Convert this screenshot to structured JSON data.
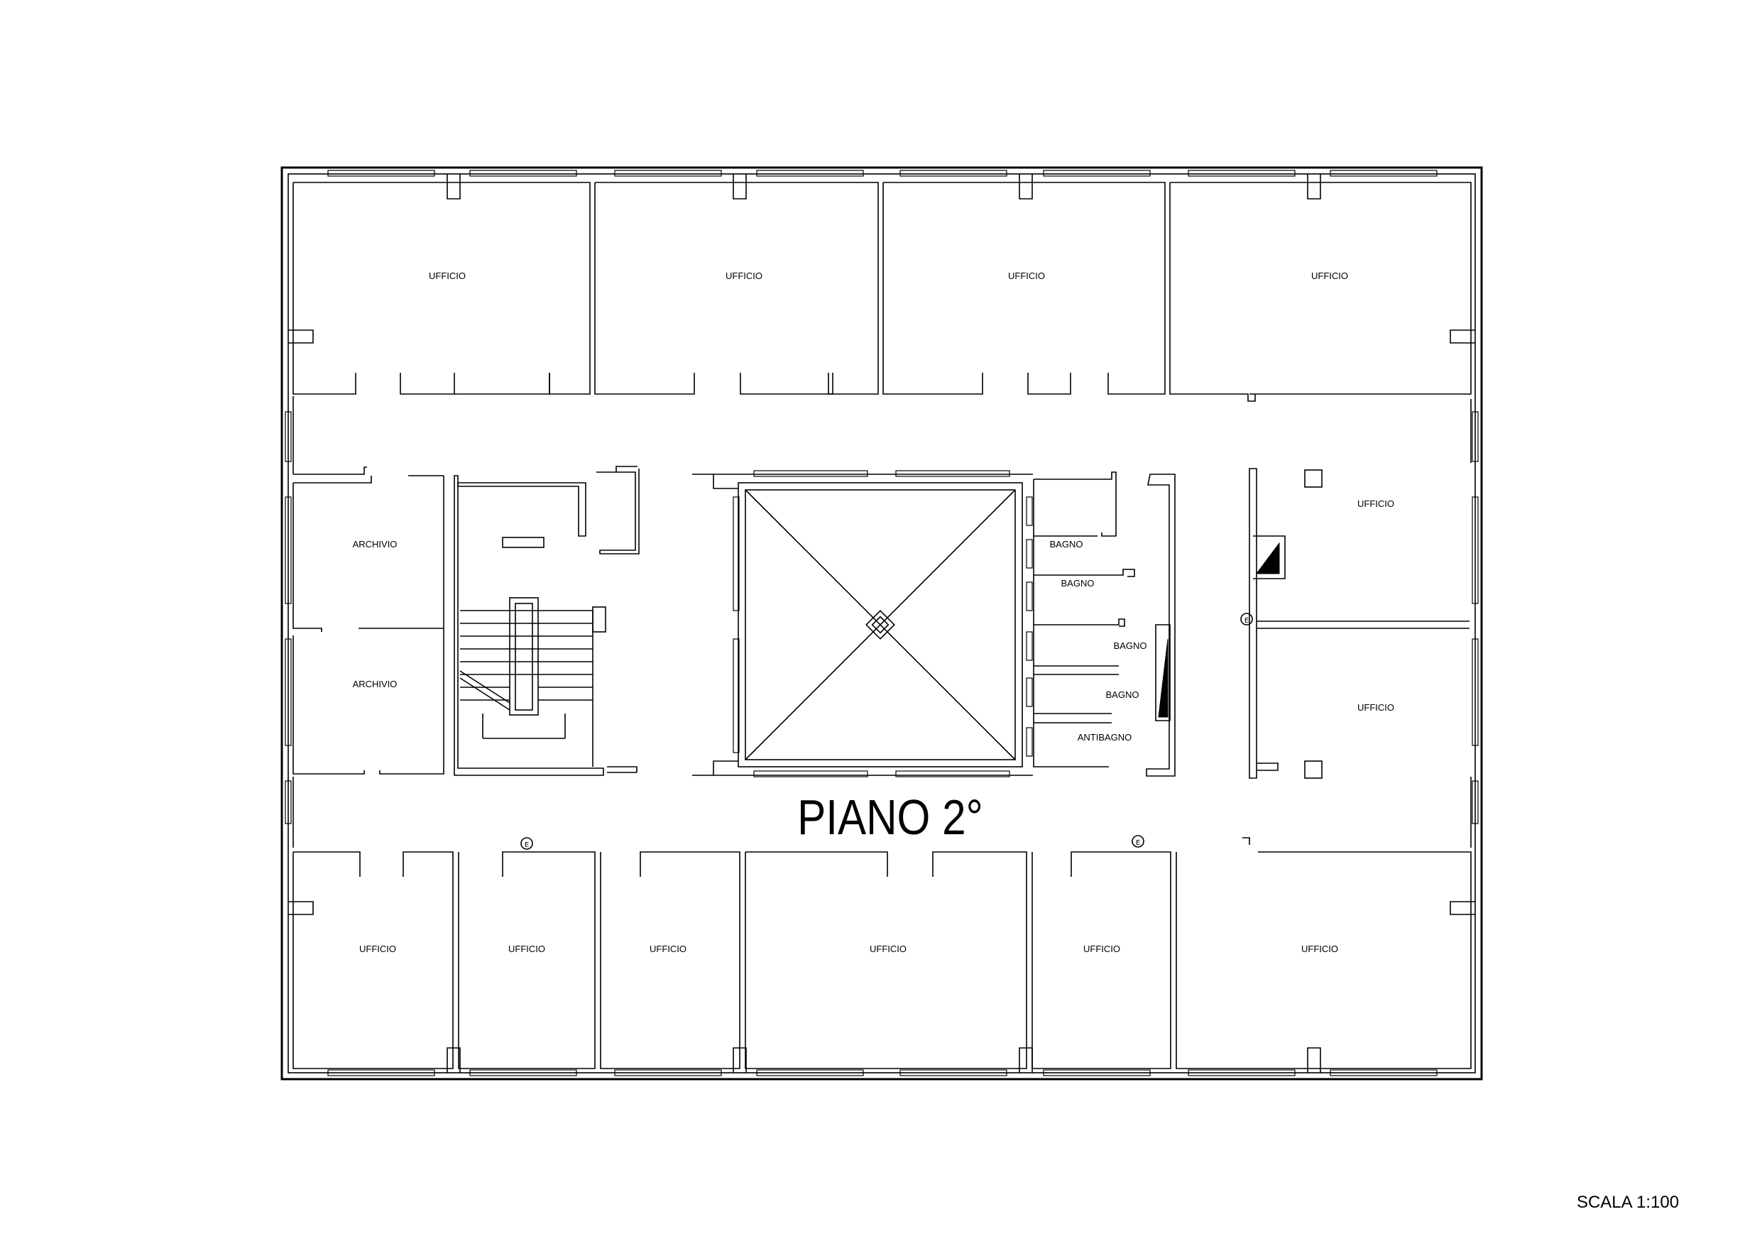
{
  "plan": {
    "title": "PIANO 2°",
    "scale": "SCALA 1:100",
    "room_labels": {
      "top_office_1": "UFFICIO",
      "top_office_2": "UFFICIO",
      "top_office_3": "UFFICIO",
      "top_office_4": "UFFICIO",
      "archive_1": "ARCHIVIO",
      "archive_2": "ARCHIVIO",
      "bath_1": "BAGNO",
      "bath_2": "BAGNO",
      "bath_3": "BAGNO",
      "bath_4": "BAGNO",
      "antibath": "ANTIBAGNO",
      "right_office_1": "UFFICIO",
      "right_office_2": "UFFICIO",
      "bottom_office_1": "UFFICIO",
      "bottom_office_2": "UFFICIO",
      "bottom_office_3": "UFFICIO",
      "bottom_office_4": "UFFICIO",
      "bottom_office_5": "UFFICIO",
      "bottom_office_6": "UFFICIO"
    },
    "extinguisher_symbol": "E"
  }
}
